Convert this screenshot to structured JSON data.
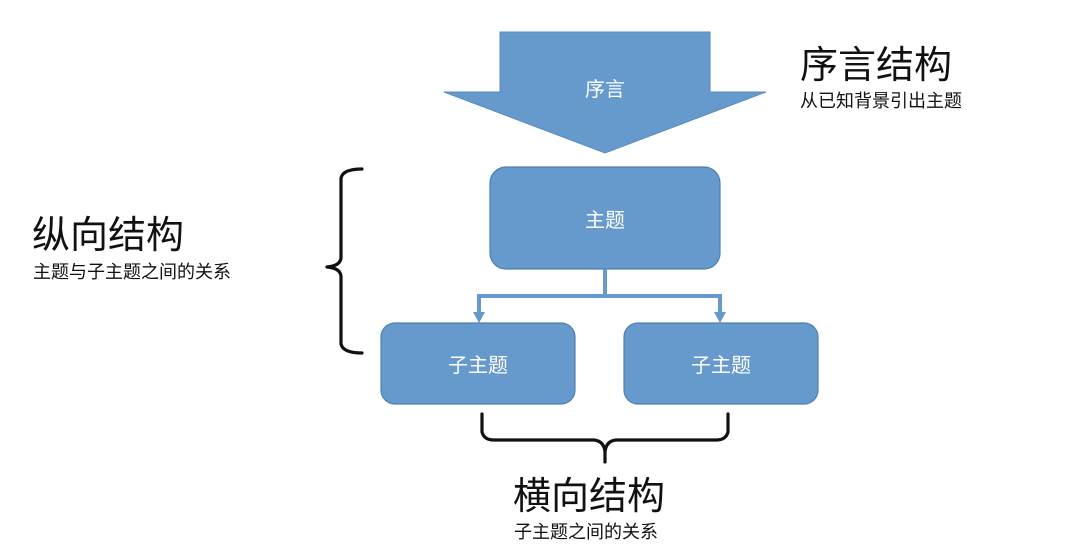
{
  "colors": {
    "node_fill": "#6699cc",
    "node_stroke": "#4f7fb0",
    "connector": "#6699cc",
    "brace": "#111111",
    "text_on_node": "#ffffff"
  },
  "nodes": {
    "intro": "序言",
    "main_topic": "主题",
    "sub_topic_left": "子主题",
    "sub_topic_right": "子主题"
  },
  "annotations": {
    "intro_structure": {
      "title": "序言结构",
      "subtitle": "从已知背景引出主题"
    },
    "vertical_structure": {
      "title": "纵向结构",
      "subtitle": "主题与子主题之间的关系"
    },
    "horizontal_structure": {
      "title": "横向结构",
      "subtitle": "子主题之间的关系"
    }
  }
}
